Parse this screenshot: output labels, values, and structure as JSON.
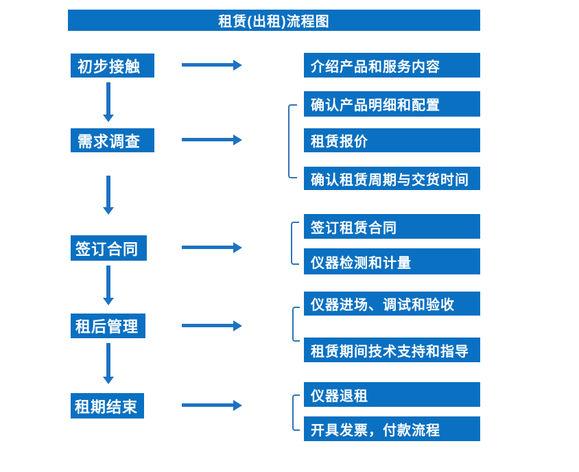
{
  "title": "租赁(出租)流程图",
  "colors": {
    "box_fill": "#0a70c1",
    "arrow": "#1d72c2",
    "bracket": "#2e75b6",
    "text": "#ffffff",
    "background": "#ffffff"
  },
  "rows": [
    {
      "step": "初步接触",
      "details": [
        "介绍产品和服务内容"
      ]
    },
    {
      "step": "需求调查",
      "details": [
        "确认产品明细和配置",
        "租赁报价",
        "确认租赁周期与交货时间"
      ]
    },
    {
      "step": "签订合同",
      "details": [
        "签订租赁合同",
        "仪器检测和计量"
      ]
    },
    {
      "step": "租后管理",
      "details": [
        "仪器进场、调试和验收",
        "租赁期间技术支持和指导"
      ]
    },
    {
      "step": "租期结束",
      "details": [
        "仪器退租",
        "开具发票，付款流程"
      ]
    }
  ]
}
